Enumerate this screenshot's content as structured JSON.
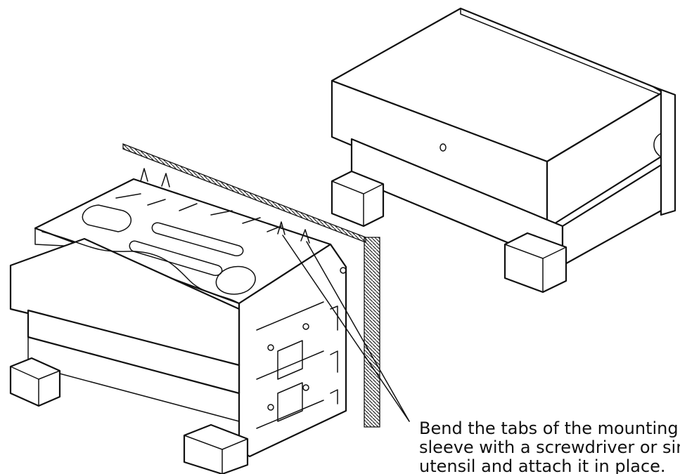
{
  "caption": {
    "line1": "Bend the tabs of the mounting",
    "line2": "sleeve with a screwdriver or sim",
    "line3": "utensil and attach it in place."
  }
}
